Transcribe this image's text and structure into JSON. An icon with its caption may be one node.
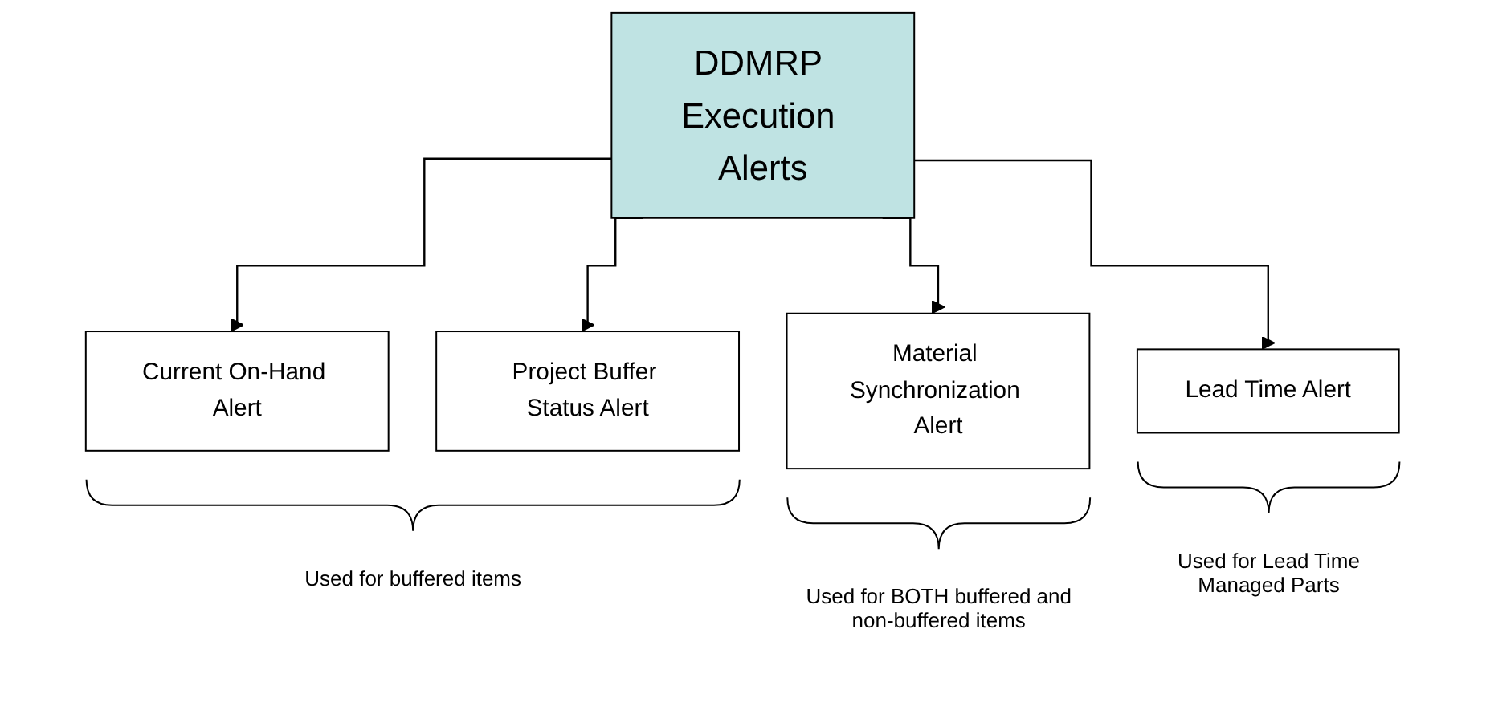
{
  "diagram": {
    "nodes": [
      {
        "text": [
          "DDMRP Execution Alerts"
        ]
      },
      {
        "text": [
          "Current On-Hand Alert"
        ]
      },
      {
        "text": [
          "Project Buffer Status Alert"
        ]
      },
      {
        "text": [
          "Material Synchronization Alert"
        ]
      },
      {
        "text": [
          "Lead Time Alert"
        ]
      }
    ],
    "edges": [
      {
        "from": 0,
        "to": 1,
        "arrow": "to"
      },
      {
        "from": 0,
        "to": 2,
        "arrow": "to"
      },
      {
        "from": 0,
        "to": 3,
        "arrow": "to"
      },
      {
        "from": 0,
        "to": 4,
        "arrow": "to"
      }
    ],
    "labels": [
      "Used for buffered items",
      "Used for BOTH buffered and non-buffered items",
      "Used for Lead Time Managed Parts"
    ]
  }
}
